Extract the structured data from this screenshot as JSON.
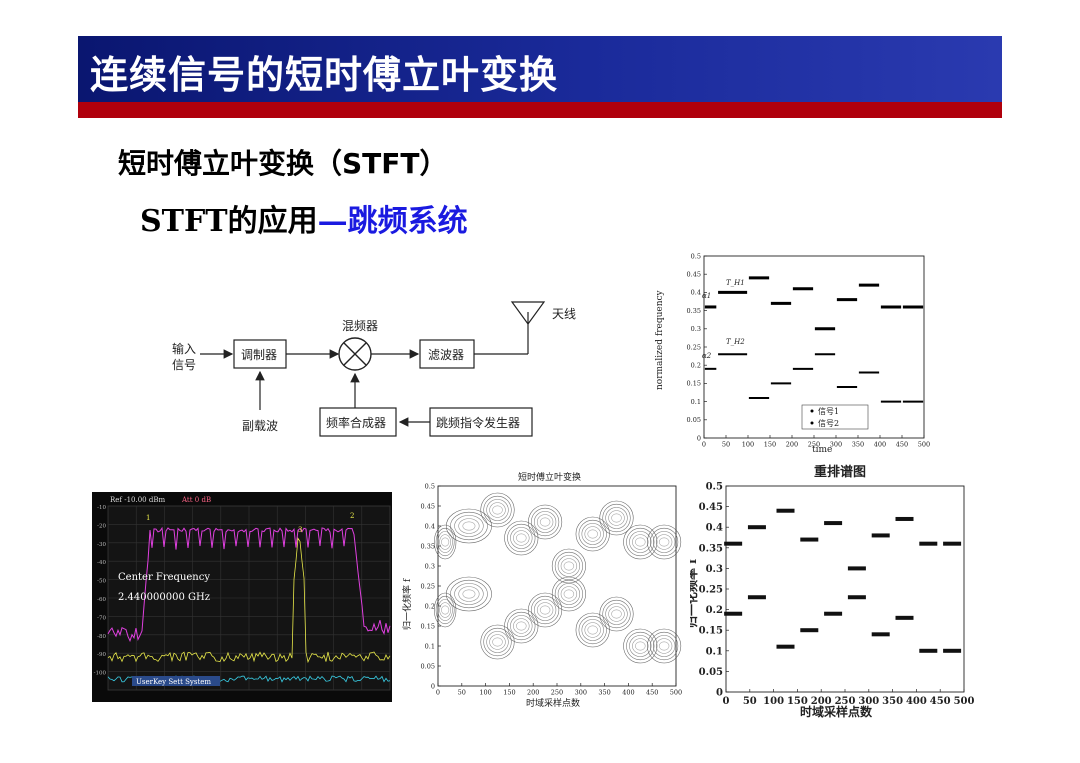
{
  "slide": {
    "title": "连续信号的短时傅立叶变换",
    "subtitle": "短时傅立叶变换（STFT）",
    "heading_prefix": "STFT的应用",
    "heading_dash": "—",
    "heading_highlight": "跳频系统"
  },
  "block_diagram": {
    "input_label_1": "输入",
    "input_label_2": "信号",
    "modulator": "调制器",
    "mixer": "混频器",
    "filter": "滤波器",
    "antenna": "天线",
    "subcarrier": "副载波",
    "synthesizer": "频率合成器",
    "hop_generator": "跳频指令发生器"
  },
  "spectrum_analyzer": {
    "ref_label": "Ref -10.00 dBm",
    "att_label": "Att  0 dB",
    "center_freq_label": "Center Frequency",
    "center_freq_value": "2.440000000 GHz",
    "marker_1": "1",
    "marker_2": "2",
    "marker_3": "3",
    "softkey_label": "UserKey Sett  System",
    "y_ticks": [
      "-10",
      "-20",
      "-30",
      "-40",
      "-50",
      "-60",
      "-70",
      "-80",
      "-90",
      "-100"
    ]
  },
  "chart_data": [
    {
      "type": "scatter",
      "title": "",
      "xlabel": "time",
      "ylabel": "normalized frequency",
      "xlim": [
        0,
        500
      ],
      "ylim": [
        0,
        0.5
      ],
      "x_ticks": [
        "0",
        "50",
        "100",
        "150",
        "200",
        "250",
        "300",
        "350",
        "400",
        "450",
        "500"
      ],
      "y_ticks": [
        "0",
        "0.05",
        "0.1",
        "0.15",
        "0.2",
        "0.25",
        "0.3",
        "0.35",
        "0.4",
        "0.45",
        "0.5"
      ],
      "legend": [
        "信号1",
        "信号2"
      ],
      "legend_position": "bottom-right",
      "annotations": [
        "T_H1",
        "α1",
        "T_H2",
        "α2"
      ],
      "series": [
        {
          "name": "信号1",
          "segments": [
            [
              0,
              30,
              0.36
            ],
            [
              30,
              100,
              0.4
            ],
            [
              100,
              150,
              0.44
            ],
            [
              150,
              200,
              0.37
            ],
            [
              200,
              250,
              0.41
            ],
            [
              250,
              300,
              0.3
            ],
            [
              300,
              350,
              0.38
            ],
            [
              350,
              400,
              0.42
            ],
            [
              400,
              450,
              0.36
            ],
            [
              450,
              500,
              0.36
            ]
          ]
        },
        {
          "name": "信号2",
          "segments": [
            [
              0,
              30,
              0.19
            ],
            [
              30,
              100,
              0.23
            ],
            [
              100,
              150,
              0.11
            ],
            [
              150,
              200,
              0.15
            ],
            [
              200,
              250,
              0.19
            ],
            [
              250,
              300,
              0.23
            ],
            [
              300,
              350,
              0.14
            ],
            [
              350,
              400,
              0.18
            ],
            [
              400,
              450,
              0.1
            ],
            [
              450,
              500,
              0.1
            ]
          ]
        }
      ]
    },
    {
      "type": "heatmap",
      "title": "短时傅立叶变换",
      "xlabel": "时域采样点数",
      "ylabel": "归一化频率 f",
      "xlim": [
        0,
        500
      ],
      "ylim": [
        0,
        0.5
      ],
      "x_ticks": [
        "0",
        "50",
        "100",
        "150",
        "200",
        "250",
        "300",
        "350",
        "400",
        "450",
        "500"
      ],
      "y_ticks": [
        "0",
        "0.05",
        "0.1",
        "0.15",
        "0.2",
        "0.25",
        "0.3",
        "0.35",
        "0.4",
        "0.45",
        "0.5"
      ]
    },
    {
      "type": "scatter",
      "title": "重排谱图",
      "xlabel": "时域采样点数",
      "ylabel": "归一化频率 f",
      "xlim": [
        0,
        500
      ],
      "ylim": [
        0,
        0.5
      ],
      "x_ticks": [
        "0",
        "50",
        "100",
        "150",
        "200",
        "250",
        "300",
        "350",
        "400",
        "450",
        "500"
      ],
      "y_ticks": [
        "0",
        "0.05",
        "0.1",
        "0.15",
        "0.2",
        "0.25",
        "0.3",
        "0.35",
        "0.4",
        "0.45",
        "0.5"
      ]
    }
  ]
}
